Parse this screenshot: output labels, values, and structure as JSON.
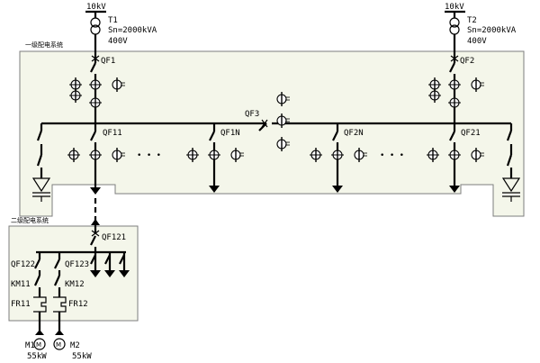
{
  "diagram": {
    "system1_title": "一级配电系统",
    "system2_title": "二级配电系统",
    "transformers": [
      {
        "voltage_hv": "10kV",
        "name": "T1",
        "rating": "Sn=2000kVA",
        "voltage_lv": "400V"
      },
      {
        "voltage_hv": "10kV",
        "name": "T2",
        "rating": "Sn=2000kVA",
        "voltage_lv": "400V"
      }
    ],
    "breakers": {
      "qf1": "QF1",
      "qf2": "QF2",
      "qf3": "QF3",
      "qf11": "QF11",
      "qf1n": "QF1N",
      "qf2n": "QF2N",
      "qf21": "QF21",
      "qf121": "QF121",
      "qf122": "QF122",
      "qf123": "QF123"
    },
    "contactors": {
      "km11": "KM11",
      "km12": "KM12"
    },
    "relays": {
      "fr11": "FR11",
      "fr12": "FR12"
    },
    "motors": [
      {
        "name": "M1",
        "power": "55kW"
      },
      {
        "name": "M2",
        "power": "55kW"
      }
    ],
    "ellipsis": "• • •",
    "colors": {
      "panel_fill": "#f4f6ea",
      "panel_border": "#7d7d7d",
      "line": "#000000"
    }
  }
}
